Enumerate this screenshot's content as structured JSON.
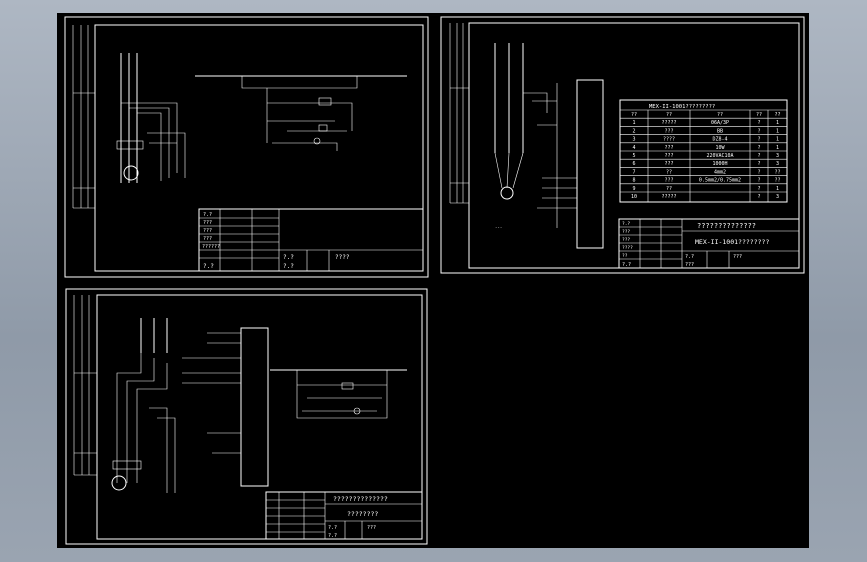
{
  "sheet_right": {
    "title_block": {
      "heading": "??????????????",
      "drawing_no": "MEX-II-1001????????",
      "labels": [
        "?.?",
        "???",
        "???",
        "????",
        "??",
        "???",
        "???",
        "?.?"
      ],
      "small": [
        "?.?",
        "???",
        "???"
      ]
    },
    "parts_table": {
      "title": "MEX-II-1001?????????",
      "headers": [
        "??",
        "??",
        "??",
        "??",
        "??"
      ],
      "rows": [
        [
          "1",
          "?????",
          "06A/3P",
          "?",
          "1"
        ],
        [
          "2",
          "???",
          "BB",
          "?",
          "1"
        ],
        [
          "3",
          "????",
          "DZ8-4",
          "?",
          "1"
        ],
        [
          "4",
          "???",
          "10W",
          "?",
          "1"
        ],
        [
          "5",
          "???",
          "220VAC10A",
          "?",
          "3"
        ],
        [
          "6",
          "???",
          "1000H",
          "?",
          "3"
        ],
        [
          "7",
          "??",
          "4mm2",
          "?",
          "??"
        ],
        [
          "8",
          "???",
          "0.5mm2/0.75mm2",
          "?",
          "??"
        ],
        [
          "9",
          "??",
          "",
          "?",
          "1"
        ],
        [
          "10",
          "?????",
          "",
          "?",
          "3"
        ]
      ]
    }
  },
  "sheet_top_left": {
    "title_block": {
      "labels": [
        "?.?",
        "???",
        "???",
        "???",
        "??????",
        "?.?"
      ],
      "bottom": [
        "?.?",
        "?.?",
        "????"
      ]
    }
  },
  "sheet_bottom_left": {
    "title_block": {
      "heading": "??????????????",
      "subtitle": "????????",
      "bottom": [
        "?.?",
        "?.?",
        "???"
      ]
    }
  }
}
